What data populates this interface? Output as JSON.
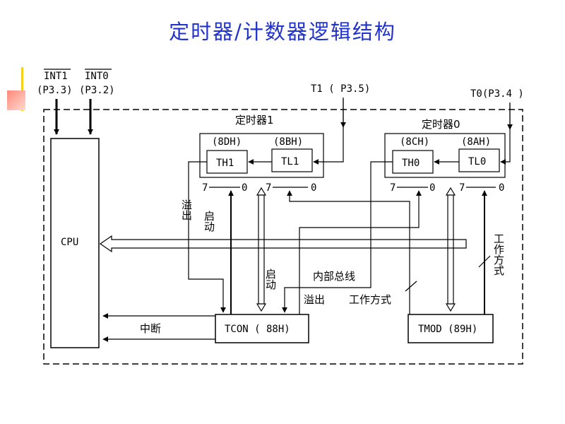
{
  "title": "定时器/计数器逻辑结构",
  "pins": {
    "int1": "INT1",
    "int1_port": "(P3.3)",
    "int0": "INT0",
    "int0_port": "(P3.2)",
    "t1": "T1 ( P3.5)",
    "t0": "T0(P3.4 )"
  },
  "timer1": {
    "name": "定时器1",
    "th_addr": "(8DH)",
    "tl_addr": "(8BH)",
    "th": "TH1",
    "tl": "TL1"
  },
  "timer0": {
    "name": "定时器0",
    "th_addr": "(8CH)",
    "tl_addr": "(8AH)",
    "th": "TH0",
    "tl": "TL0"
  },
  "bits": {
    "hi": "7",
    "lo": "0"
  },
  "cpu": "CPU",
  "tcon": "TCON ( 88H)",
  "tmod": "TMOD (89H)",
  "labels": {
    "overflow": "溢出",
    "start": "启动",
    "internal_bus": "内部总线",
    "work_mode": "工作方式",
    "interrupt": "中断"
  },
  "colors": {
    "title": "#2233cc",
    "lines": "#000000",
    "accent_bar": "#f2d21a"
  }
}
